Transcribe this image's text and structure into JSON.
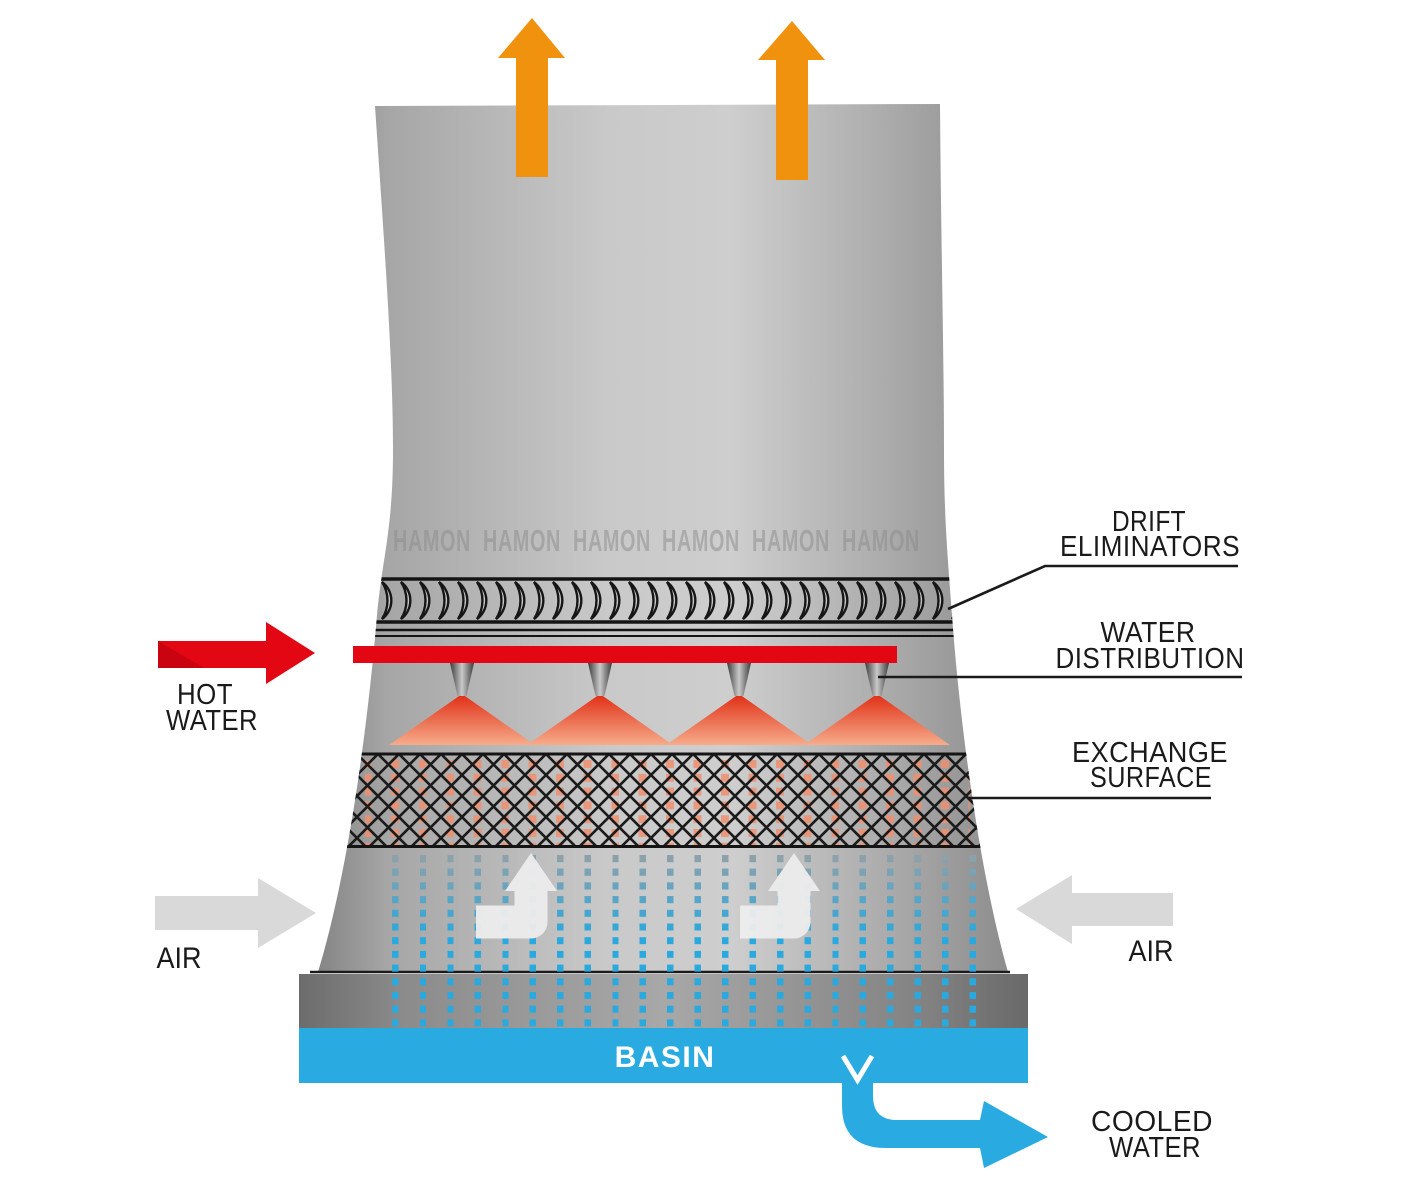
{
  "watermark": {
    "word": "HAMON",
    "count": 6
  },
  "labels": {
    "hot_water": {
      "line1": "HOT",
      "line2": "WATER"
    },
    "air_left": "AIR",
    "air_right": "AIR",
    "drift_eliminators": {
      "line1": "DRIFT",
      "line2": "ELIMINATORS"
    },
    "water_distribution": {
      "line1": "WATER",
      "line2": "DISTRIBUTION"
    },
    "exchange_surface": {
      "line1": "EXCHANGE",
      "line2": "SURFACE"
    },
    "basin": "BASIN",
    "cooled_water": {
      "line1": "COOLED",
      "line2": "WATER"
    }
  },
  "colors": {
    "hot_water_red": "#E30613",
    "plume_orange": "#F0920E",
    "water_cyan": "#29ABE2",
    "air_gray": "#D9D9D9",
    "label_black": "#1A1A1A",
    "shell_gray_dark": "#8A8A8A",
    "shell_gray_light": "#CCCCCC",
    "spray_salmon": "#F5A988"
  }
}
